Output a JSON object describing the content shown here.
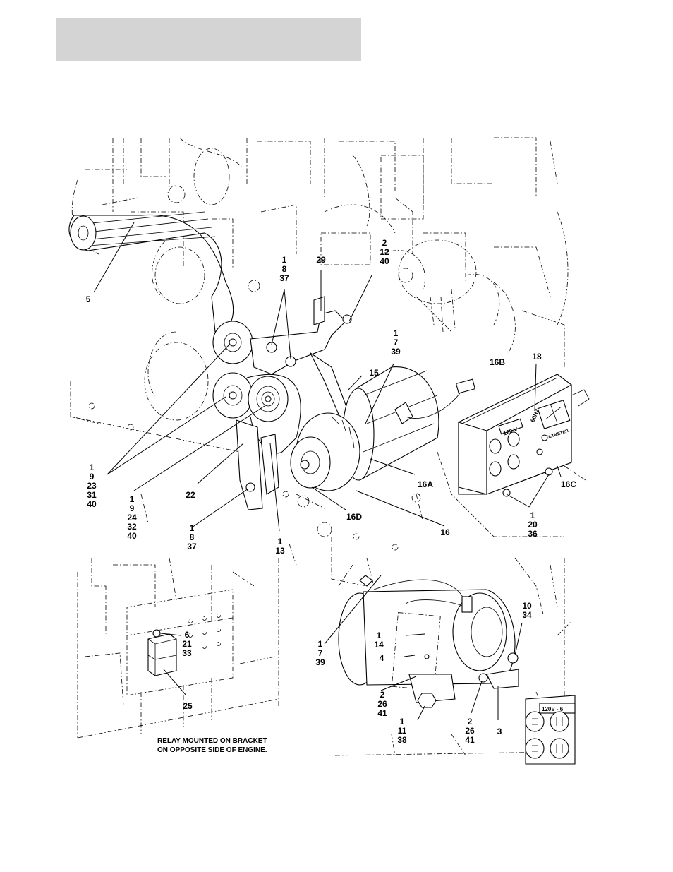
{
  "header": {
    "title": ""
  },
  "callouts": [
    {
      "id": "c-5",
      "lines": [
        "5"
      ]
    },
    {
      "id": "c-1-8-37-top",
      "lines": [
        "1",
        "8",
        "37"
      ]
    },
    {
      "id": "c-29",
      "lines": [
        "29"
      ]
    },
    {
      "id": "c-2-12-40",
      "lines": [
        "2",
        "12",
        "40"
      ]
    },
    {
      "id": "c-1-7-39-top",
      "lines": [
        "1",
        "7",
        "39"
      ]
    },
    {
      "id": "c-15",
      "lines": [
        "15"
      ]
    },
    {
      "id": "c-16B",
      "lines": [
        "16B"
      ]
    },
    {
      "id": "c-18",
      "lines": [
        "18"
      ]
    },
    {
      "id": "c-16A",
      "lines": [
        "16A"
      ]
    },
    {
      "id": "c-16C",
      "lines": [
        "16C"
      ]
    },
    {
      "id": "c-1-9-23-31-40",
      "lines": [
        "1",
        "9",
        "23",
        "31",
        "40"
      ]
    },
    {
      "id": "c-22",
      "lines": [
        "22"
      ]
    },
    {
      "id": "c-1-9-24-32-40",
      "lines": [
        "1",
        "9",
        "24",
        "32",
        "40"
      ]
    },
    {
      "id": "c-1-8-37-bottom",
      "lines": [
        "1",
        "8",
        "37"
      ]
    },
    {
      "id": "c-1-13",
      "lines": [
        "1",
        "13"
      ]
    },
    {
      "id": "c-16D",
      "lines": [
        "16D"
      ]
    },
    {
      "id": "c-16",
      "lines": [
        "16"
      ]
    },
    {
      "id": "c-1-20-36",
      "lines": [
        "1",
        "20",
        "36"
      ]
    },
    {
      "id": "c-6-21-33",
      "lines": [
        "6",
        "21",
        "33"
      ]
    },
    {
      "id": "c-25",
      "lines": [
        "25"
      ]
    },
    {
      "id": "c-1-7-39-starter",
      "lines": [
        "1",
        "7",
        "39"
      ]
    },
    {
      "id": "c-1-14",
      "lines": [
        "1",
        "14"
      ]
    },
    {
      "id": "c-4",
      "lines": [
        "4"
      ]
    },
    {
      "id": "c-2-26-41-left",
      "lines": [
        "2",
        "26",
        "41"
      ]
    },
    {
      "id": "c-1-11-38",
      "lines": [
        "1",
        "11",
        "38"
      ]
    },
    {
      "id": "c-2-26-41-right",
      "lines": [
        "2",
        "26",
        "41"
      ]
    },
    {
      "id": "c-3",
      "lines": [
        "3"
      ]
    },
    {
      "id": "c-10-34",
      "lines": [
        "10",
        "34"
      ]
    }
  ],
  "relay_note": [
    "RELAY MOUNTED ON BRACKET",
    "ON OPPOSITE SIDE OF ENGINE."
  ],
  "outlet_panel": {
    "voltage_label": "120 V",
    "frequency_label": "60HZ",
    "meter_label": "VOLTMETER"
  },
  "detail_panel": {
    "voltage_label": "120V - 6"
  }
}
